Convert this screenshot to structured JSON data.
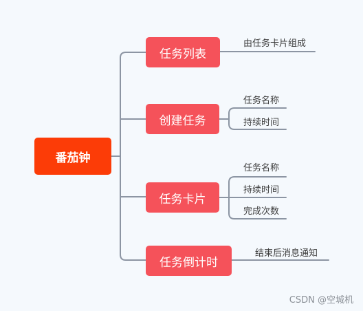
{
  "root": {
    "label": "番茄钟"
  },
  "branches": [
    {
      "label": "任务列表",
      "children": [
        "由任务卡片组成"
      ]
    },
    {
      "label": "创建任务",
      "children": [
        "任务名称",
        "持续时间"
      ]
    },
    {
      "label": "任务卡片",
      "children": [
        "任务名称",
        "持续时间",
        "完成次数"
      ]
    },
    {
      "label": "任务倒计时",
      "children": [
        "结束后消息通知"
      ]
    }
  ],
  "watermark": "CSDN @空城机",
  "colors": {
    "root": "#fc3c07",
    "branch": "#f5525a",
    "line": "#8c95a3",
    "background": "#f5f9fd"
  }
}
